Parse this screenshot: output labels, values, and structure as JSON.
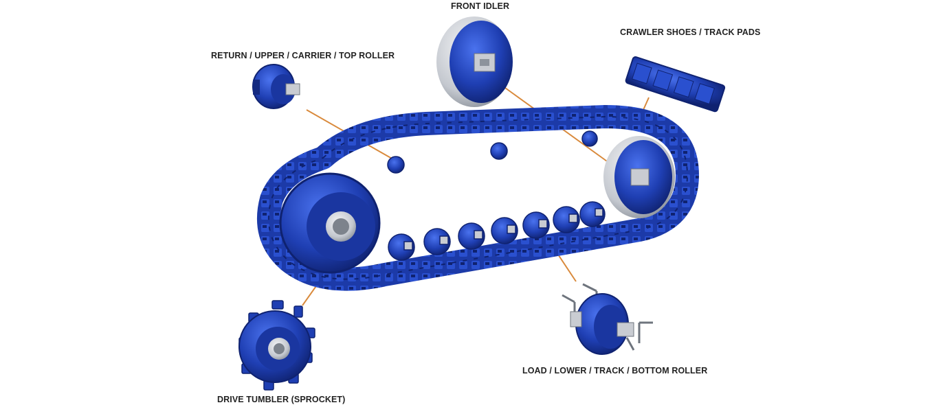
{
  "labels": {
    "front_idler": "FRONT IDLER",
    "crawler_shoes": "CRAWLER SHOES / TRACK PADS",
    "return_roller": "RETURN / UPPER / CARRIER / TOP ROLLER",
    "load_roller": "LOAD / LOWER / TRACK / BOTTOM ROLLER",
    "drive_tumbler": "DRIVE TUMBLER (SPROCKET)"
  },
  "colors": {
    "part_blue": "#1f3fb3",
    "part_blue_dark": "#142a80",
    "part_blue_light": "#3a63e0",
    "leader_line": "#d98a3c",
    "steel": "#c9ccd2",
    "label_text": "#222222"
  }
}
